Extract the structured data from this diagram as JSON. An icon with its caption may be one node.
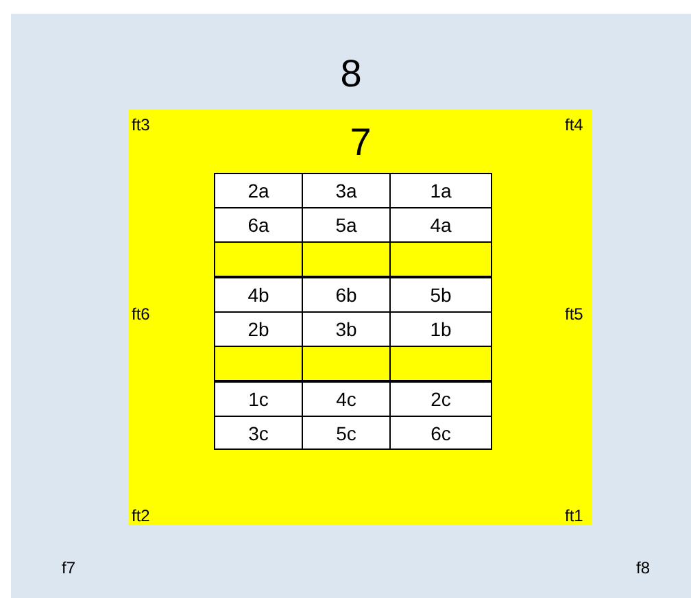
{
  "diagram": {
    "nodes": [
      {
        "text": [
          "8"
        ]
      },
      {
        "text": [
          "7"
        ],
        "in": 0
      }
    ],
    "labels": [
      "ft3",
      "ft4",
      "2a",
      "3a",
      "1a",
      "6a",
      "5a",
      "4a",
      "4b",
      "6b",
      "5b",
      "2b",
      "3b",
      "1b",
      "1c",
      "4c",
      "2c",
      "3c",
      "5c",
      "6c",
      "ft6",
      "ft5",
      "ft2",
      "ft1",
      "f7",
      "f8"
    ]
  }
}
